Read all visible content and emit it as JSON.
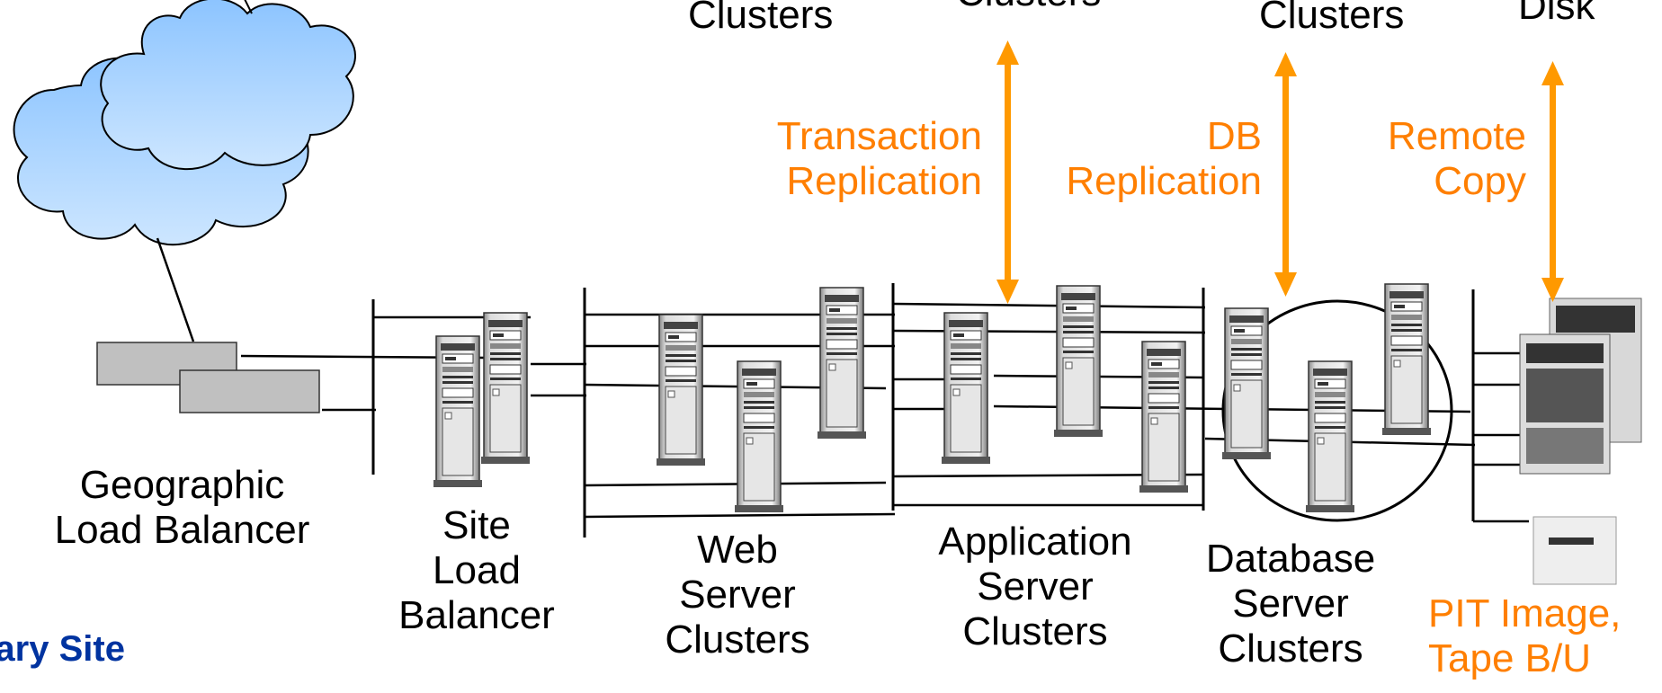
{
  "top_labels": {
    "web": "Clusters",
    "app": "Clusters",
    "db": "Clusters",
    "disk": "Disk"
  },
  "replication": {
    "transaction": [
      "Transaction",
      "Replication"
    ],
    "db": [
      "DB",
      "Replication"
    ],
    "remote": [
      "Remote",
      "Copy"
    ]
  },
  "tiers": {
    "geographic": [
      "Geographic",
      "Load Balancer"
    ],
    "site": [
      "Site",
      "Load",
      "Balancer"
    ],
    "web": [
      "Web",
      "Server",
      "Clusters"
    ],
    "application": [
      "Application",
      "Server",
      "Clusters"
    ],
    "database": [
      "Database",
      "Server",
      "Clusters"
    ],
    "pit": [
      "PIT Image,",
      "Tape B/U"
    ]
  },
  "site_label": "dary Site",
  "colors": {
    "orange": "#ff7f00",
    "blue_text": "#0033a0",
    "cloud": "#99ccff",
    "box": "#c0c0c0"
  }
}
